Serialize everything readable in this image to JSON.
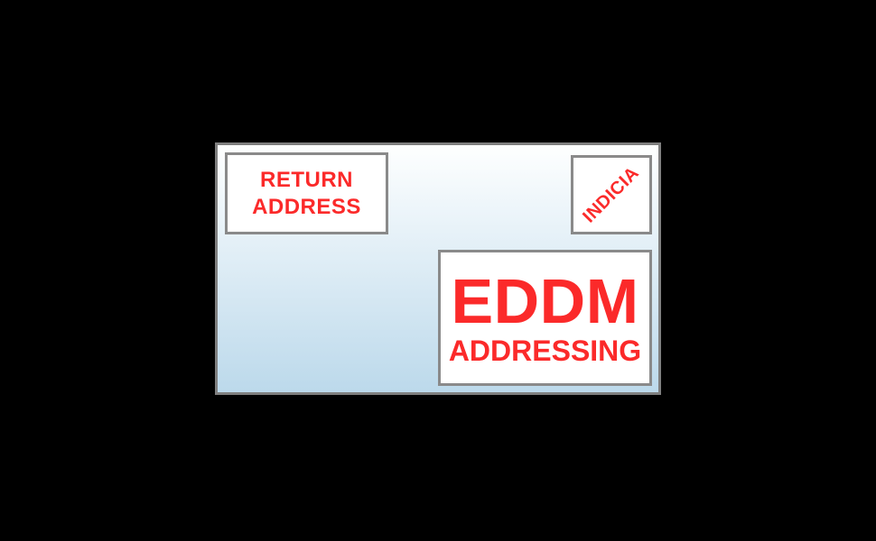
{
  "colors": {
    "page_background": "#000000",
    "mailpiece_gradient_top": "#feffff",
    "mailpiece_gradient_bottom": "#bcd9eb",
    "mailpiece_border": "#7f7f7f",
    "zone_box_background": "#ffffff",
    "zone_box_border": "#8a8a8a",
    "label_text": "#fb2a2a"
  },
  "mailpiece": {
    "return_address_zone": {
      "line1": "RETURN",
      "line2": "ADDRESS"
    },
    "indicia_zone": {
      "label": "INDICIA"
    },
    "eddm_addressing_zone": {
      "line1": "EDDM",
      "line2": "ADDRESSING"
    }
  }
}
